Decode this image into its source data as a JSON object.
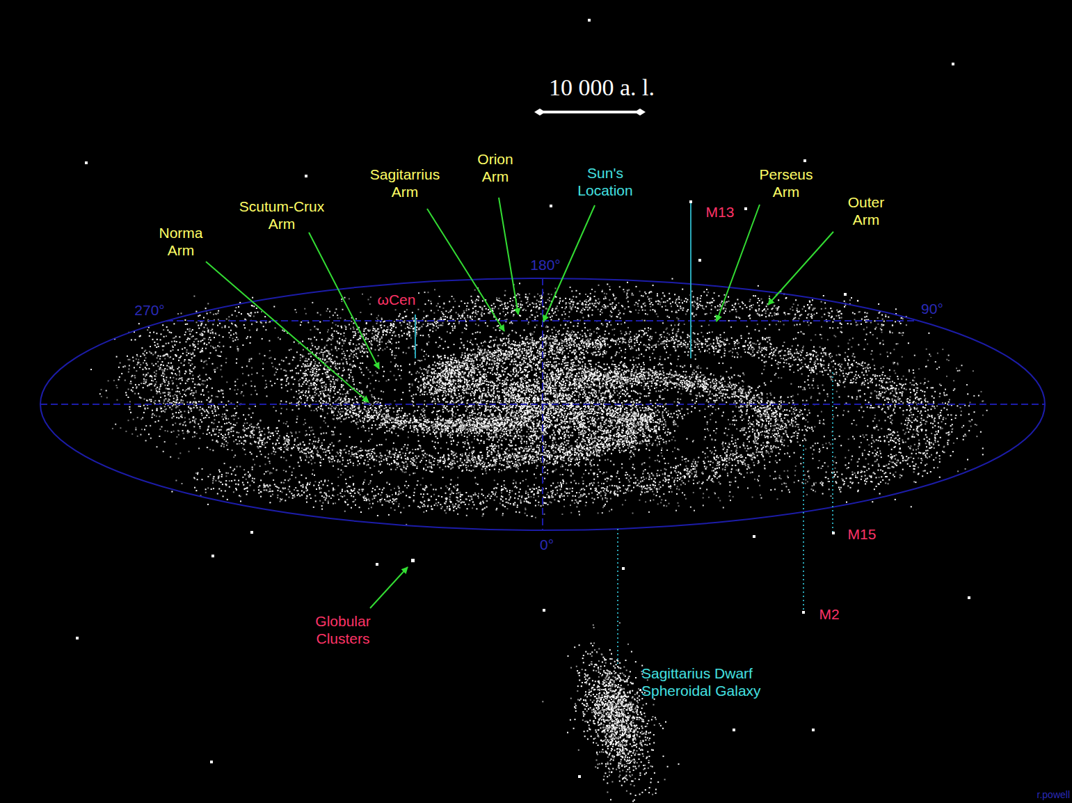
{
  "diagram": {
    "labels": [
      "10 000 a. l.",
      "Norma Arm",
      "Scutum-Crux Arm",
      "Sagitarrius Arm",
      "Orion Arm",
      "Sun's Location",
      "M13",
      "Perseus Arm",
      "Outer Arm",
      "180°",
      "270°",
      "90°",
      "ωCen",
      "0°",
      "M15",
      "M2",
      "Globular Clusters",
      "Sagittarius Dwarf Spheroidal Galaxy",
      "r.powell"
    ]
  }
}
